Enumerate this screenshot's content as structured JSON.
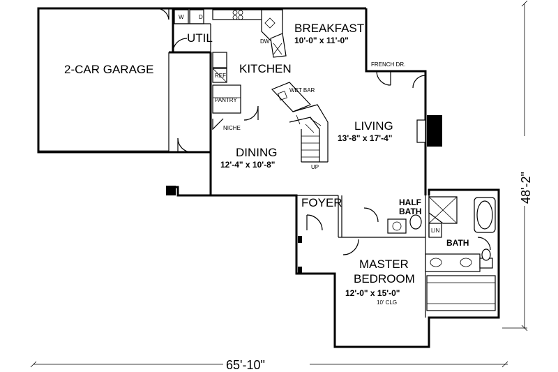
{
  "rooms": {
    "garage": "2-CAR GARAGE",
    "util": "UTIL",
    "kitchen": "KITCHEN",
    "breakfast": "BREAKFAST",
    "breakfast_size": "10'-0\" x 11'-0\"",
    "living": "LIVING",
    "living_size": "13'-8\" x 17'-4\"",
    "dining": "DINING",
    "dining_size": "12'-4\" x 10'-8\"",
    "foyer": "FOYER",
    "half_bath_1": "HALF",
    "half_bath_2": "BATH",
    "bath": "BATH",
    "master_1": "MASTER",
    "master_2": "BEDROOM",
    "master_size": "12'-0\" x 15'-0\"",
    "master_ceiling": "10' CLG"
  },
  "labels": {
    "french_door": "FRENCH DR.",
    "wet_bar": "WET BAR",
    "pantry": "PANTRY",
    "niche": "NICHE",
    "ref": "REF",
    "dw": "DW",
    "up": "UP",
    "lin": "LIN",
    "w": "W",
    "d": "D"
  },
  "dimensions": {
    "width": "65'-10\"",
    "depth": "48'-2\""
  }
}
